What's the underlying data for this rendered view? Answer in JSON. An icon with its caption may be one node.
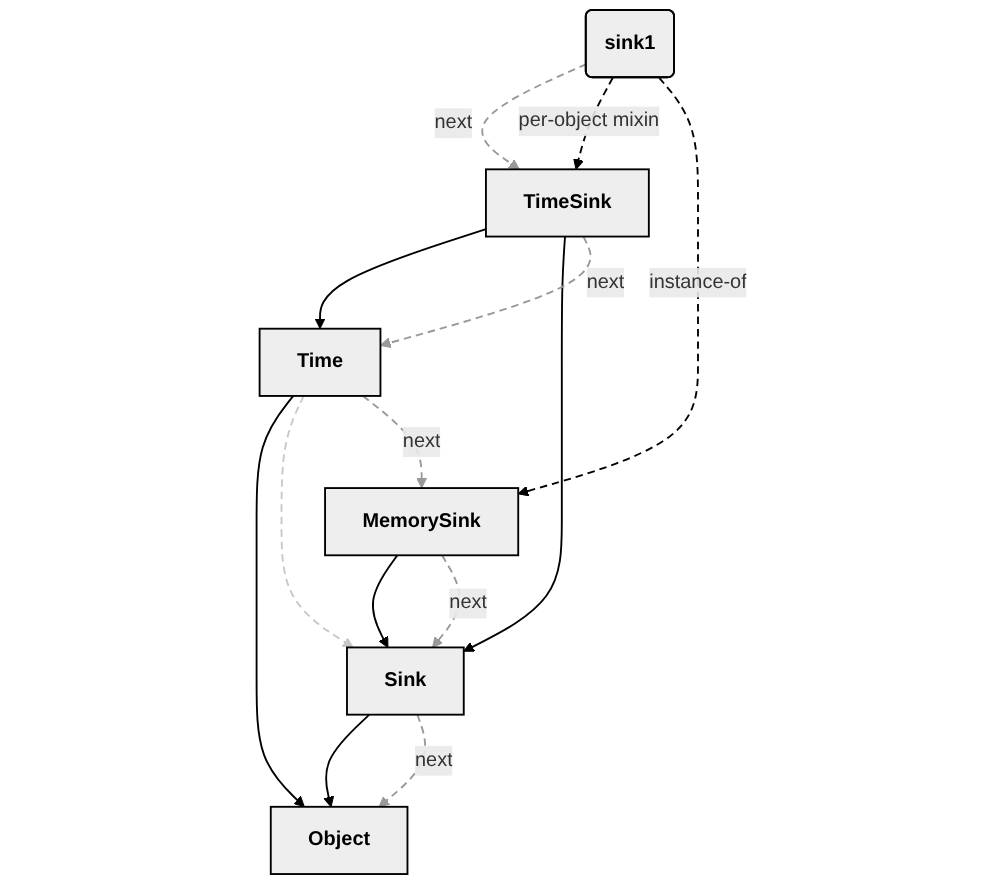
{
  "diagram": {
    "nodes": [
      {
        "text": [
          "Object"
        ]
      },
      {
        "text": [
          "Time"
        ]
      },
      {
        "text": [
          "Sink"
        ]
      },
      {
        "text": [
          "TimeSink"
        ]
      },
      {
        "text": [
          "MemorySink"
        ]
      },
      {
        "text": [
          "sink1"
        ]
      }
    ],
    "edges": [
      {
        "from": 1,
        "to": 0,
        "arrow": "to"
      },
      {
        "from": 2,
        "to": 0,
        "arrow": "to"
      },
      {
        "from": 3,
        "to": 1,
        "arrow": "to"
      },
      {
        "from": 3,
        "to": 2,
        "arrow": "to"
      },
      {
        "from": 4,
        "to": 2,
        "arrow": "to"
      },
      {
        "from": 2,
        "to": 0,
        "arrow": "to",
        "label": "next",
        "style": "dashed",
        "color": "#999999"
      },
      {
        "from": 1,
        "to": 2,
        "arrow": "to",
        "style": "dashed",
        "color": "#c8c8c8"
      },
      {
        "from": 3,
        "to": 1,
        "arrow": "to",
        "label": "next",
        "style": "dashed",
        "color": "#999999"
      },
      {
        "from": 1,
        "to": 4,
        "arrow": "to",
        "label": "next",
        "style": "dashed",
        "color": "#999999"
      },
      {
        "from": 4,
        "to": 2,
        "arrow": "to",
        "label": "next",
        "style": "dashed",
        "color": "#999999"
      },
      {
        "from": 5,
        "to": 3,
        "arrow": "to",
        "label": "next",
        "style": "dashed",
        "color": "#999999"
      },
      {
        "from": 5,
        "to": 3,
        "arrow": "to",
        "label": "per-object mixin",
        "style": "dashed"
      },
      {
        "from": 5,
        "to": 4,
        "arrow": "to",
        "label": "instance-of",
        "style": "dashed"
      }
    ]
  }
}
